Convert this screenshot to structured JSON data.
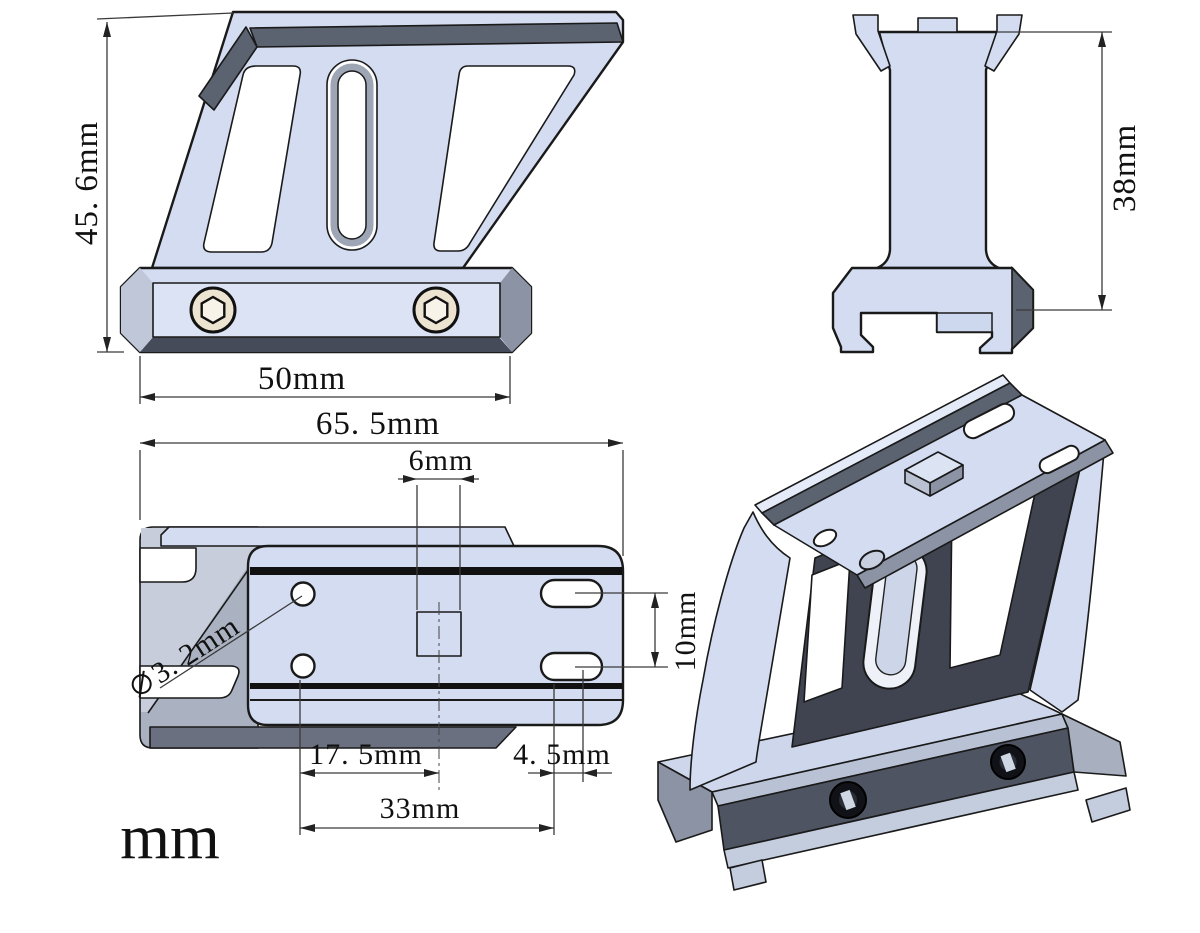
{
  "meta": {
    "unit_label": "mm",
    "drawing_type": "scope riser mount - multiview CAD drawing"
  },
  "colors": {
    "body_light": "#d3dcf1",
    "body_light2": "#e4eaf8",
    "body_mid": "#a9b0c0",
    "body_mid2": "#8b93a4",
    "body_dark": "#5b6270",
    "web_dark": "#3f4450",
    "rail_dark": "#4e5461",
    "screw_beige": "#ece3d0",
    "screw_hex": "#f8f3e8",
    "outline": "#1a1a1a"
  },
  "dimensions": {
    "side_height": "45. 6mm",
    "side_width": "50mm",
    "front_height": "38mm",
    "top_length": "65. 5mm",
    "top_notch": "6mm",
    "top_hole_dia": "3. 2mm",
    "top_slot_gap": "10mm",
    "top_pitch1": "17. 5mm",
    "top_pitch2": "33mm",
    "top_slot_offset": "4. 5mm"
  }
}
